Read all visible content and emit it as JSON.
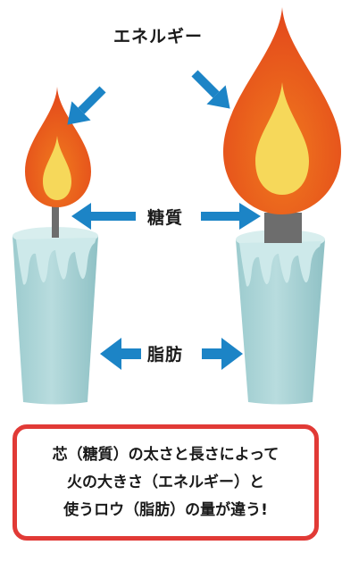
{
  "labels": {
    "energy": "エネルギー",
    "sugar": "糖質",
    "fat": "脂肪"
  },
  "caption": {
    "lines": [
      "芯（糖質）の太さと長さによって",
      "火の大きさ（エネルギー）と",
      "使うロウ（脂肪）の量が違う!"
    ]
  },
  "colors": {
    "arrow": "#1c84c6",
    "caption_border": "#e13a36",
    "candle": "#a9d3d5",
    "flame_outer": "#ea5a1e",
    "flame_inner": "#f6d85a"
  }
}
